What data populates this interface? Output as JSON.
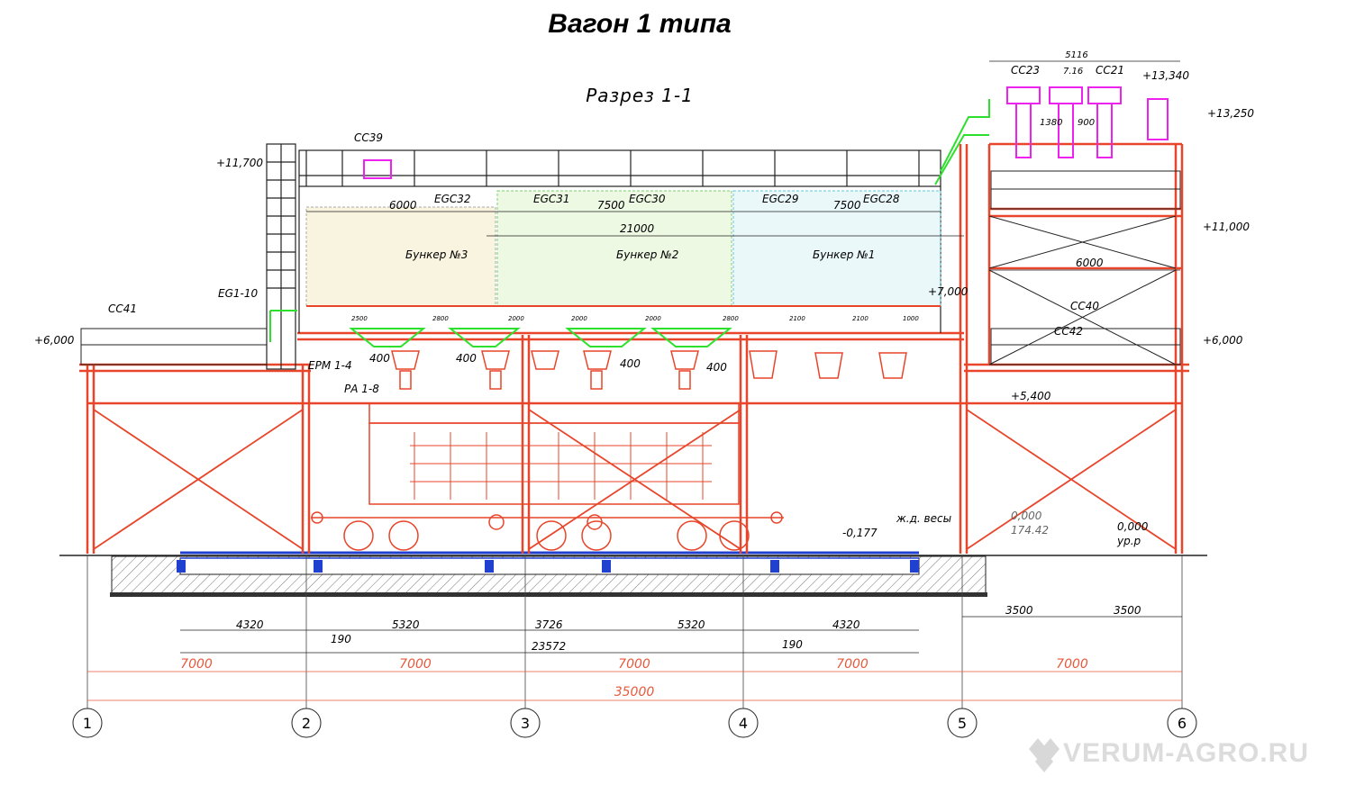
{
  "title": "Вагон 1 типа",
  "subtitle": "Разрез 1-1",
  "elevations": [
    "+11,700",
    "+13,340",
    "+13,250",
    "+11,000",
    "+7,000",
    "+6,000",
    "+6,000",
    "+5,400",
    "0,000",
    "0,000",
    "-0,177"
  ],
  "elevation_notes": {
    "level_174": "174.42",
    "ground": "ур.р",
    "scale": "ж.д. весы"
  },
  "equipment_labels": {
    "cc39": "СС39",
    "cc41": "СС41",
    "cc23": "СС23",
    "cc21": "СС21",
    "cc40": "СС40",
    "cc42": "СС42",
    "eg110": "EG1-10",
    "egc32": "EGC32",
    "egc31": "EGC31",
    "egc30": "EGC30",
    "egc29": "EGC29",
    "egc28": "EGC28",
    "epm": "ЕРМ 1-4",
    "pa": "РА 1-8",
    "bunker3": "Бункер №3",
    "bunker2": "Бункер №2",
    "bunker1": "Бункер №1"
  },
  "top_dims": {
    "d5116": "5116",
    "d716": "7.16",
    "d1380": "1380",
    "d900": "900"
  },
  "bunker_dims": {
    "d6000a": "6000",
    "d7500a": "7500",
    "d7500b": "7500",
    "d21000": "21000",
    "d6000b": "6000"
  },
  "small_dims": [
    "2500",
    "2800",
    "2000",
    "2000",
    "2000",
    "2800",
    "2100",
    "2100",
    "1000"
  ],
  "dims_400": [
    "400",
    "400",
    "400",
    "400"
  ],
  "scale_dims": {
    "a": "4320",
    "b": "5320",
    "c": "3726",
    "d": "5320",
    "e": "4320",
    "total": "23572",
    "gap1": "190",
    "gap2": "190",
    "r1": "3500",
    "r2": "3500"
  },
  "axis_spacing": [
    "7000",
    "7000",
    "7000",
    "7000",
    "7000"
  ],
  "axis_total": "35000",
  "axes": [
    "1",
    "2",
    "3",
    "4",
    "5",
    "6"
  ],
  "watermark": "VERUM-AGRO.RU",
  "colors": {
    "frame": "#e8452a",
    "black": "#222222",
    "green": "#2ee02e",
    "magenta": "#ee22ee",
    "blue": "#2040d0",
    "cyan": "#22d0e0",
    "yellow": "#e0d040"
  }
}
